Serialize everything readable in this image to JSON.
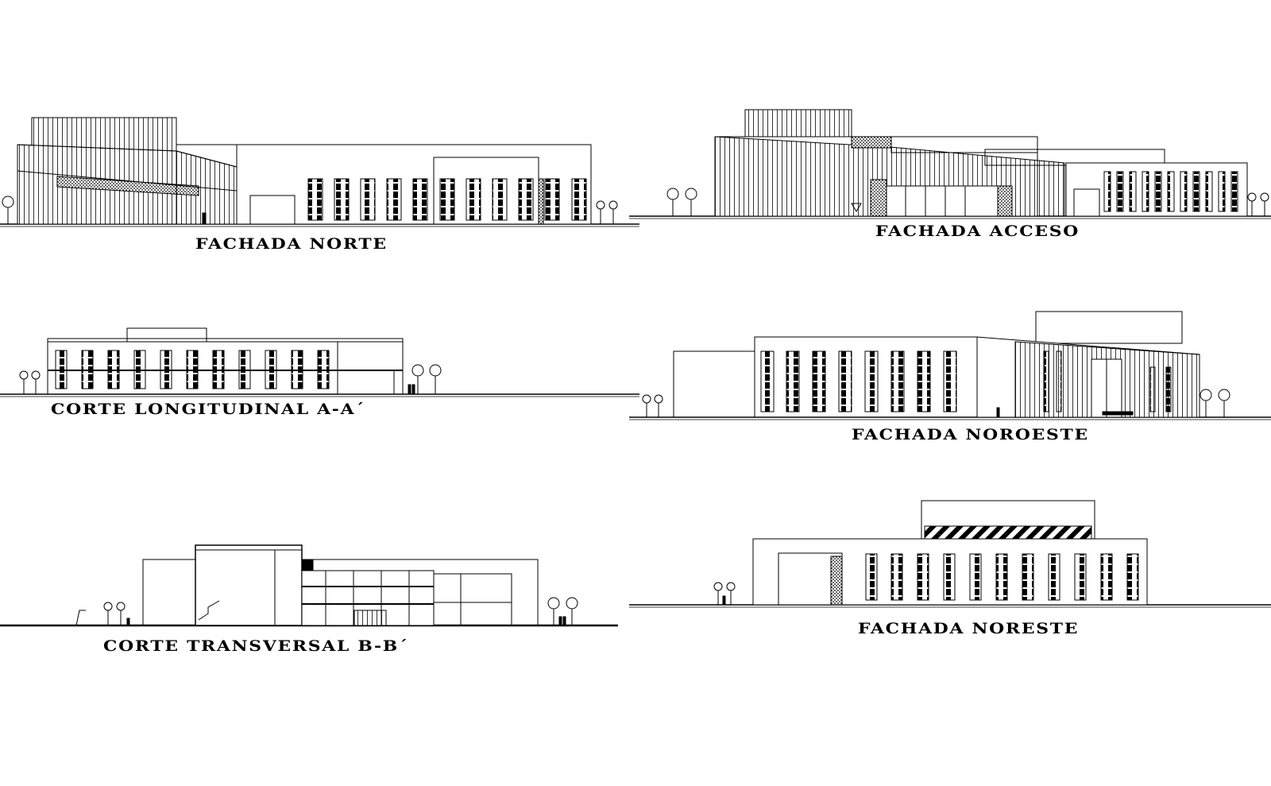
{
  "drawings": {
    "fachada_norte": {
      "title": "FACHADA NORTE"
    },
    "fachada_acceso": {
      "title": "FACHADA ACCESO"
    },
    "corte_longitudinal": {
      "title": "CORTE LONGITUDINAL  A-A´"
    },
    "fachada_noroeste": {
      "title": "FACHADA NOROESTE"
    },
    "corte_transversal": {
      "title": "CORTE TRANSVERSAL B-B´"
    },
    "fachada_noreste": {
      "title": "FACHADA NORESTE"
    }
  },
  "colors": {
    "line": "#000000",
    "background": "#ffffff"
  }
}
